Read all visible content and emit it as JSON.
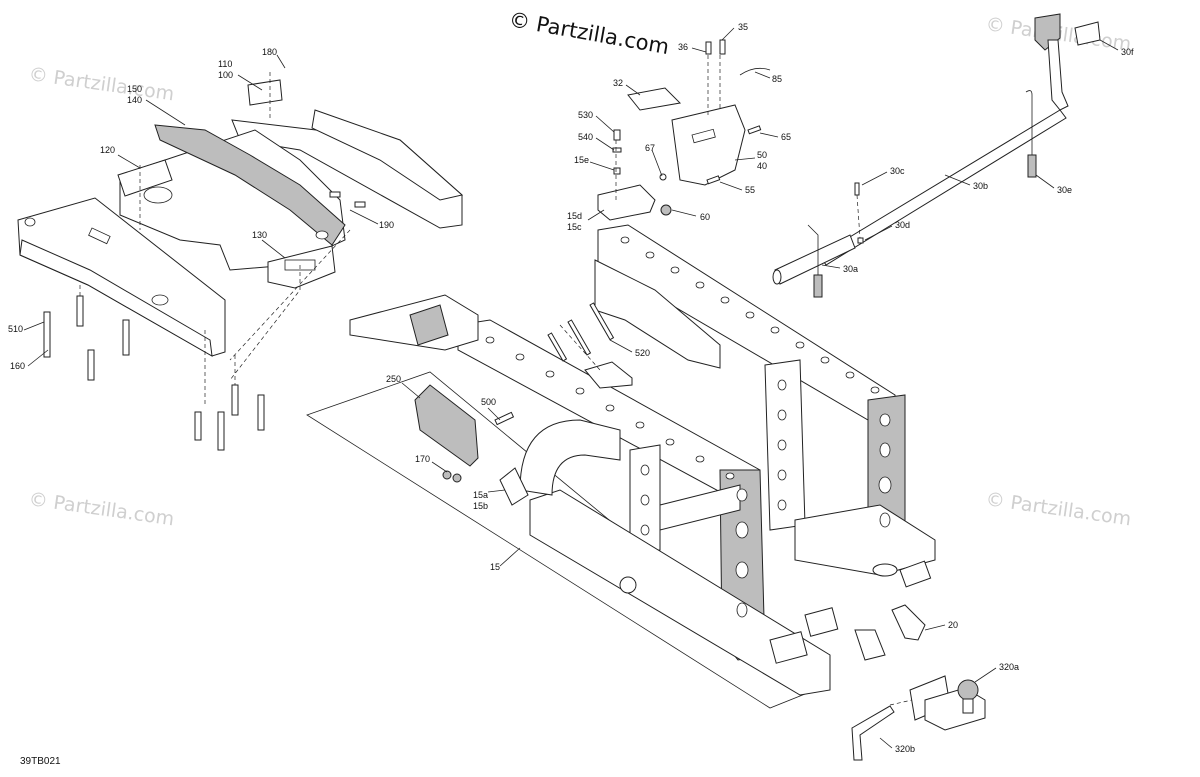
{
  "watermark": {
    "main": "© Partzilla.com",
    "corner": "© Partzilla.com"
  },
  "diagram_code": "39TB021",
  "callouts": [
    {
      "id": "c180",
      "text": "180"
    },
    {
      "id": "c110",
      "text": "110"
    },
    {
      "id": "c100",
      "text": "100"
    },
    {
      "id": "c150",
      "text": "150"
    },
    {
      "id": "c140",
      "text": "140"
    },
    {
      "id": "c120",
      "text": "120"
    },
    {
      "id": "c190",
      "text": "190"
    },
    {
      "id": "c130",
      "text": "130"
    },
    {
      "id": "c510",
      "text": "510"
    },
    {
      "id": "c160",
      "text": "160"
    },
    {
      "id": "c35",
      "text": "35"
    },
    {
      "id": "c36",
      "text": "36"
    },
    {
      "id": "c85",
      "text": "85"
    },
    {
      "id": "c32",
      "text": "32"
    },
    {
      "id": "c530",
      "text": "530"
    },
    {
      "id": "c540",
      "text": "540"
    },
    {
      "id": "c67",
      "text": "67"
    },
    {
      "id": "c15e",
      "text": "15e"
    },
    {
      "id": "c65",
      "text": "65"
    },
    {
      "id": "c50",
      "text": "50"
    },
    {
      "id": "c40",
      "text": "40"
    },
    {
      "id": "c55",
      "text": "55"
    },
    {
      "id": "c15d",
      "text": "15d"
    },
    {
      "id": "c15c",
      "text": "15c"
    },
    {
      "id": "c60",
      "text": "60"
    },
    {
      "id": "c30f",
      "text": "30f"
    },
    {
      "id": "c30c",
      "text": "30c"
    },
    {
      "id": "c30b",
      "text": "30b"
    },
    {
      "id": "c30e",
      "text": "30e"
    },
    {
      "id": "c30d",
      "text": "30d"
    },
    {
      "id": "c30a",
      "text": "30a"
    },
    {
      "id": "c520",
      "text": "520"
    },
    {
      "id": "c250",
      "text": "250"
    },
    {
      "id": "c500",
      "text": "500"
    },
    {
      "id": "c170",
      "text": "170"
    },
    {
      "id": "c15a",
      "text": "15a"
    },
    {
      "id": "c15b",
      "text": "15b"
    },
    {
      "id": "c15",
      "text": "15"
    },
    {
      "id": "c20",
      "text": "20"
    },
    {
      "id": "c320a",
      "text": "320a"
    },
    {
      "id": "c320b",
      "text": "320b"
    }
  ]
}
